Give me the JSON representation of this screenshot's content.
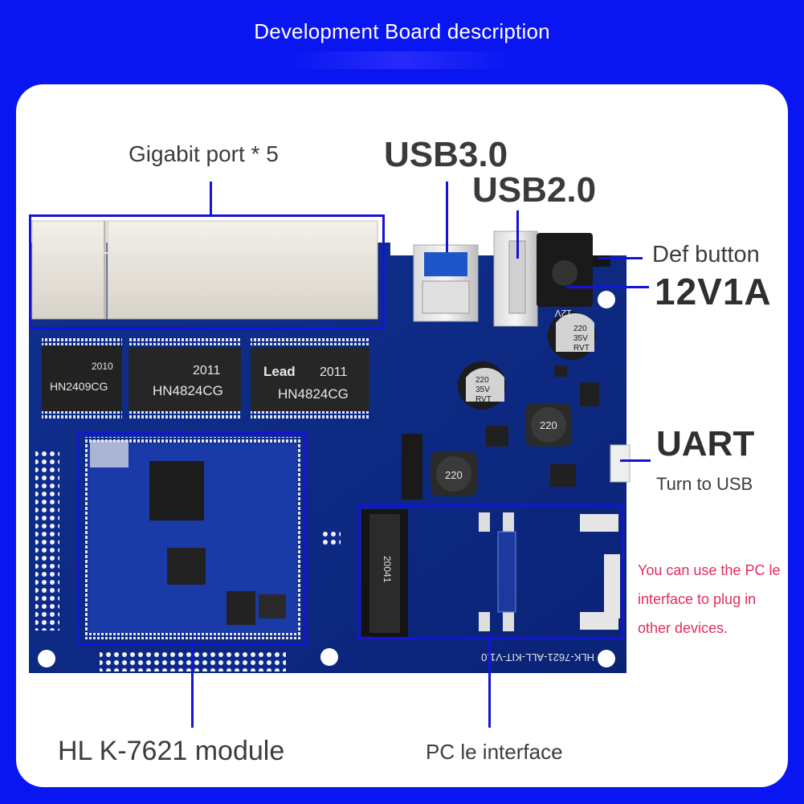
{
  "header": {
    "title": "Development Board description"
  },
  "labels": {
    "gigabit": "Gigabit port * 5",
    "usb3": "USB3.0",
    "usb2": "USB2.0",
    "def_button": "Def button",
    "power": "12V1A",
    "uart": "UART",
    "turn_to_usb": "Turn to USB",
    "pcie_note": "You can use the PC le interface to plug in other devices.",
    "module": "HL K-7621 module",
    "pcie": "PC le interface"
  },
  "board_text": {
    "chip1_code": "2010",
    "chip1_part": "HN2409CG",
    "chip2_code": "2011",
    "chip2_part": "HN4824CG",
    "chip3_brand": "Lead",
    "chip3_code": "2011",
    "chip3_part": "HN4824CG",
    "cap1": "220\n35V\nRVT",
    "cap2": "220\n35V\nRVT",
    "inductor1": "220",
    "inductor2": "220",
    "slot_label": "20041",
    "board_name": "HLK-7621-ALL-KIT-V1.0",
    "power_mark": "12V"
  },
  "colors": {
    "background": "#0a16f2",
    "card": "#ffffff",
    "pcb": "#0d2a8f",
    "callout": "#1414d6",
    "note": "#e02d5d"
  }
}
